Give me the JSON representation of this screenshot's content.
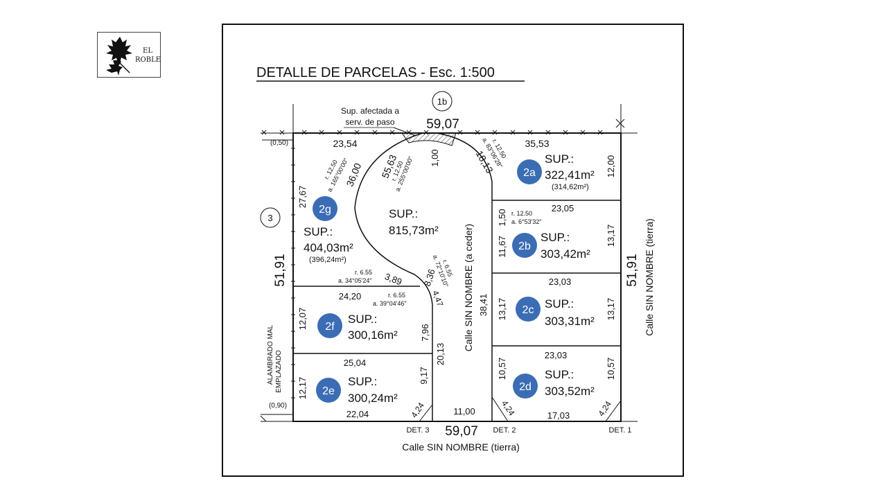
{
  "logo": {
    "line1": "EL",
    "line2": "ROBLE",
    "emblem": "oak-leaf-icon"
  },
  "title": "DETALLE DE PARCELAS - Esc. 1:500",
  "labels": {
    "parcel_1b": "1b",
    "parcel_3": "3",
    "servidumbre_line1": "Sup. afectada a",
    "servidumbre_line2": "serv. de paso",
    "street_bottom": "Calle SIN NOMBRE (tierra)",
    "street_right": "Calle SIN NOMBRE (tierra)",
    "street_center": "Calle SIN NOMBRE (a ceder)",
    "alambrado_line1": "ALAMBRADO MAL",
    "alambrado_line2": "EMPLAZADO",
    "det1": "DET. 1",
    "det2": "DET. 2",
    "det3": "DET. 3",
    "offset_top": "(0,50)",
    "offset_bottom": "(0,90)"
  },
  "dimensions": {
    "top_total": "59,07",
    "bottom_total": "59,07",
    "left_total": "51,91",
    "right_total": "51,91",
    "top_left_seg": "23,54",
    "top_right_seg": "35,53",
    "d_55_63": "55,63",
    "d_36_00": "36,00",
    "d_1_00": "1,00",
    "d_18_13": "18,13",
    "d_12_00": "12,00",
    "d_27_67": "27,67",
    "d_1_50": "1,50",
    "d_23_05": "23,05",
    "d_11_67": "11,67",
    "d_13_17_2b": "13,17",
    "d_23_03_2c": "23,03",
    "d_13_17_2c_left": "13,17",
    "d_13_17_2c_right": "13,17",
    "d_38_41": "38,41",
    "d_23_03_2d": "23,03",
    "d_10_57_left": "10,57",
    "d_10_57_right": "10,57",
    "d_4_24_2d_left": "4,24",
    "d_17_03": "17,03",
    "d_4_24_2d_right": "4,24",
    "d_11_00": "11,00",
    "d_3_89": "3,89",
    "d_8_36": "8,36",
    "d_4_47": "4,47",
    "d_24_20": "24,20",
    "d_12_07": "12,07",
    "d_7_96": "7,96",
    "d_20_13": "20,13",
    "d_25_04": "25,04",
    "d_12_17": "12,17",
    "d_9_17": "9,17",
    "d_4_24_2e": "4,24",
    "d_22_04": "22,04"
  },
  "curves": {
    "c1_r": "r. 12.50",
    "c1_a": "a. 165°00'00\"",
    "c2_r": "r. 12.50",
    "c2_a": "a. 255°00'00\"",
    "c3_r": "r. 12.50",
    "c3_a": "a. 83°06'28\"",
    "c4_r": "r. 12.50",
    "c4_a": "a. 6°53'32\"",
    "c5_r": "r. 6.55",
    "c5_a": "a. 34°05'24\"",
    "c6_r": "r. 6.55",
    "c6_a": "a. 72°10'10\"",
    "c7_r": "r. 6.55",
    "c7_a": "a. 39°04'46\""
  },
  "parcels": {
    "p2a": {
      "id": "2a",
      "sup": "SUP.:",
      "area": "322,41m²",
      "alt": "(314,62m²)"
    },
    "p2b": {
      "id": "2b",
      "sup": "SUP.:",
      "area": "303,42m²"
    },
    "p2c": {
      "id": "2c",
      "sup": "SUP.:",
      "area": "303,31m²"
    },
    "p2d": {
      "id": "2d",
      "sup": "SUP.:",
      "area": "303,52m²"
    },
    "p2e": {
      "id": "2e",
      "sup": "SUP.:",
      "area": "300,24m²"
    },
    "p2f": {
      "id": "2f",
      "sup": "SUP.:",
      "area": "300,16m²"
    },
    "p2g": {
      "id": "2g",
      "sup": "SUP.:",
      "area": "404,03m²",
      "alt": "(396,24m²)"
    },
    "cul_de_sac": {
      "sup": "SUP.:",
      "area": "815,73m²"
    }
  },
  "colors": {
    "badge": "#3b6db5",
    "badge_text": "#ffffff",
    "line": "#111111",
    "hatch": "#333333"
  }
}
